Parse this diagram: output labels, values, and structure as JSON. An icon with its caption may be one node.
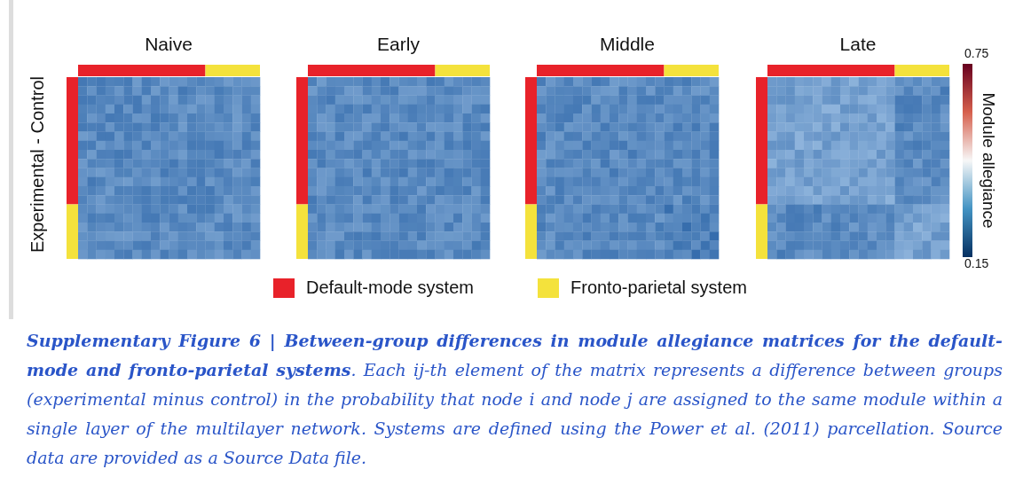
{
  "diagram": {
    "caption": "**Supplementary Figure 6 | Between-group differences in module allegiance matrices for the default-mode and fronto-parietal systems**. Each ij-th element of the matrix represents a difference between groups (experimental minus control) in the probability that node i and node j are assigned to the same module within a single layer of the multilayer network. Systems are defined using the Power et al. (2011) parcellation. Source data are provided as a Source Data file.",
    "labels": [
      "Naive",
      "Early",
      "Middle",
      "Late",
      "Experimental - Control",
      "0.75",
      "Module allegiance",
      "0.15"
    ],
    "legend": [
      {
        "text": "Default-mode system",
        "color": "#e8222a"
      },
      {
        "text": "Fronto-parietal system",
        "color": "#f4e23c"
      }
    ]
  }
}
